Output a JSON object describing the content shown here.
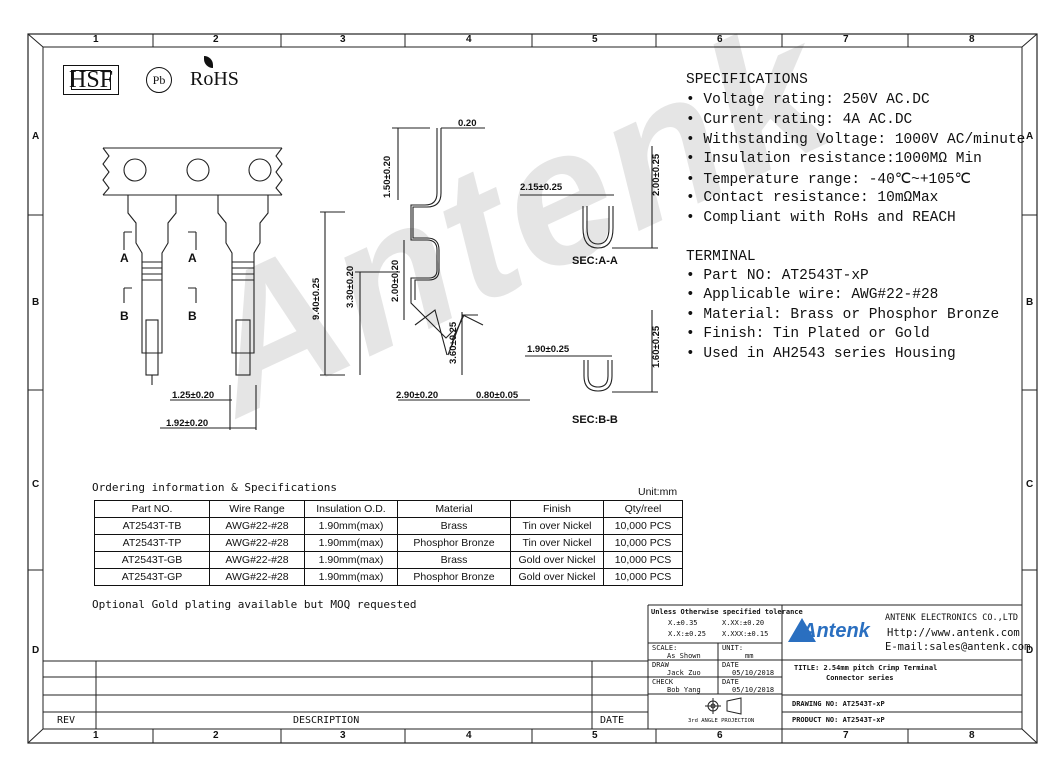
{
  "frame": {
    "columns": [
      "1",
      "2",
      "3",
      "4",
      "5",
      "6",
      "7",
      "8"
    ],
    "rows": [
      "A",
      "B",
      "C",
      "D"
    ]
  },
  "logos": {
    "hsf": "HSF",
    "pb": "Pb",
    "rohs": "RoHS"
  },
  "watermark": "Antenk",
  "specs": {
    "title": "SPECIFICATIONS",
    "items": [
      "• Voltage rating: 250V AC.DC",
      "• Current rating: 4A AC.DC",
      "• Withstanding Voltage: 1000V AC/minute",
      "• Insulation resistance:1000MΩ  Min",
      "• Temperature range: -40℃~+105℃",
      "• Contact resistance: 10mΩMax",
      "• Compliant with RoHs and REACH"
    ]
  },
  "terminal": {
    "title": "TERMINAL",
    "items": [
      "• Part NO: AT2543T-xP",
      "• Applicable wire: AWG#22-#28",
      "• Material: Brass or Phosphor Bronze",
      "• Finish: Tin Plated or Gold",
      "• Used in AH2543 series Housing"
    ]
  },
  "drawing": {
    "labels": {
      "a_left": "A",
      "a_right": "A",
      "b_left": "B",
      "b_right": "B",
      "dim_125": "1.25±0.20",
      "dim_192": "1.92±0.20",
      "dim_020": "0.20",
      "dim_150": "1.50±0.20",
      "dim_940": "9.40±0.25",
      "dim_330": "3.30±0.20",
      "dim_200": "2.00±0.20",
      "dim_360": "3.60±0.25",
      "dim_290": "2.90±0.20",
      "dim_080": "0.80±0.05",
      "dim_215": "2.15±0.25",
      "dim_200b": "2.00±0.25",
      "sec_aa": "SEC:A-A",
      "dim_190": "1.90±0.25",
      "dim_160": "1.60±0.25",
      "sec_bb": "SEC:B-B"
    }
  },
  "ordering": {
    "title": "Ordering information & Specifications",
    "unit": "Unit:mm",
    "headers": [
      "Part NO.",
      "Wire Range",
      "Insulation O.D.",
      "Material",
      "Finish",
      "Qty/reel"
    ],
    "rows": [
      [
        "AT2543T-TB",
        "AWG#22-#28",
        "1.90mm(max)",
        "Brass",
        "Tin over Nickel",
        "10,000 PCS"
      ],
      [
        "AT2543T-TP",
        "AWG#22-#28",
        "1.90mm(max)",
        "Phosphor Bronze",
        "Tin over Nickel",
        "10,000 PCS"
      ],
      [
        "AT2543T-GB",
        "AWG#22-#28",
        "1.90mm(max)",
        "Brass",
        "Gold over Nickel",
        "10,000 PCS"
      ],
      [
        "AT2543T-GP",
        "AWG#22-#28",
        "1.90mm(max)",
        "Phosphor Bronze",
        "Gold over Nickel",
        "10,000 PCS"
      ]
    ],
    "note": "Optional Gold plating available but MOQ requested"
  },
  "titleblock": {
    "rev": "REV",
    "description": "DESCRIPTION",
    "date": "DATE",
    "tolerance_title": "Unless Otherwise specified tolerance",
    "tol1": "X.±0.35",
    "tol2": "X.XX:±0.20",
    "tol3": "X.X:±0.25",
    "tol4": "X.XXX:±0.15",
    "scale_label": "SCALE:",
    "scale_value": "As Shown",
    "unit_label": "UNIT:",
    "unit_value": "mm",
    "draw_label": "DRAW",
    "draw_value": "Jack Zuo",
    "date_label": "DATE",
    "draw_date": "05/10/2018",
    "check_label": "CHECK",
    "check_value": "Bob Yang",
    "check_date_label": "DATE",
    "check_date": "05/10/2018",
    "projection": "3rd ANGLE PROJECTION",
    "company_logo": "Antenk",
    "company_name": "ANTENK ELECTRONICS CO.,LTD",
    "website": "Http://www.antenk.com",
    "email": "E-mail:sales@antenk.com",
    "title_line1": "TITLE: 2.54mm pitch Crimp Terminal",
    "title_line2": "Connector series",
    "drawing_no": "DRAWING NO: AT2543T-xP",
    "product_no": "PRODUCT NO: AT2543T-xP"
  }
}
